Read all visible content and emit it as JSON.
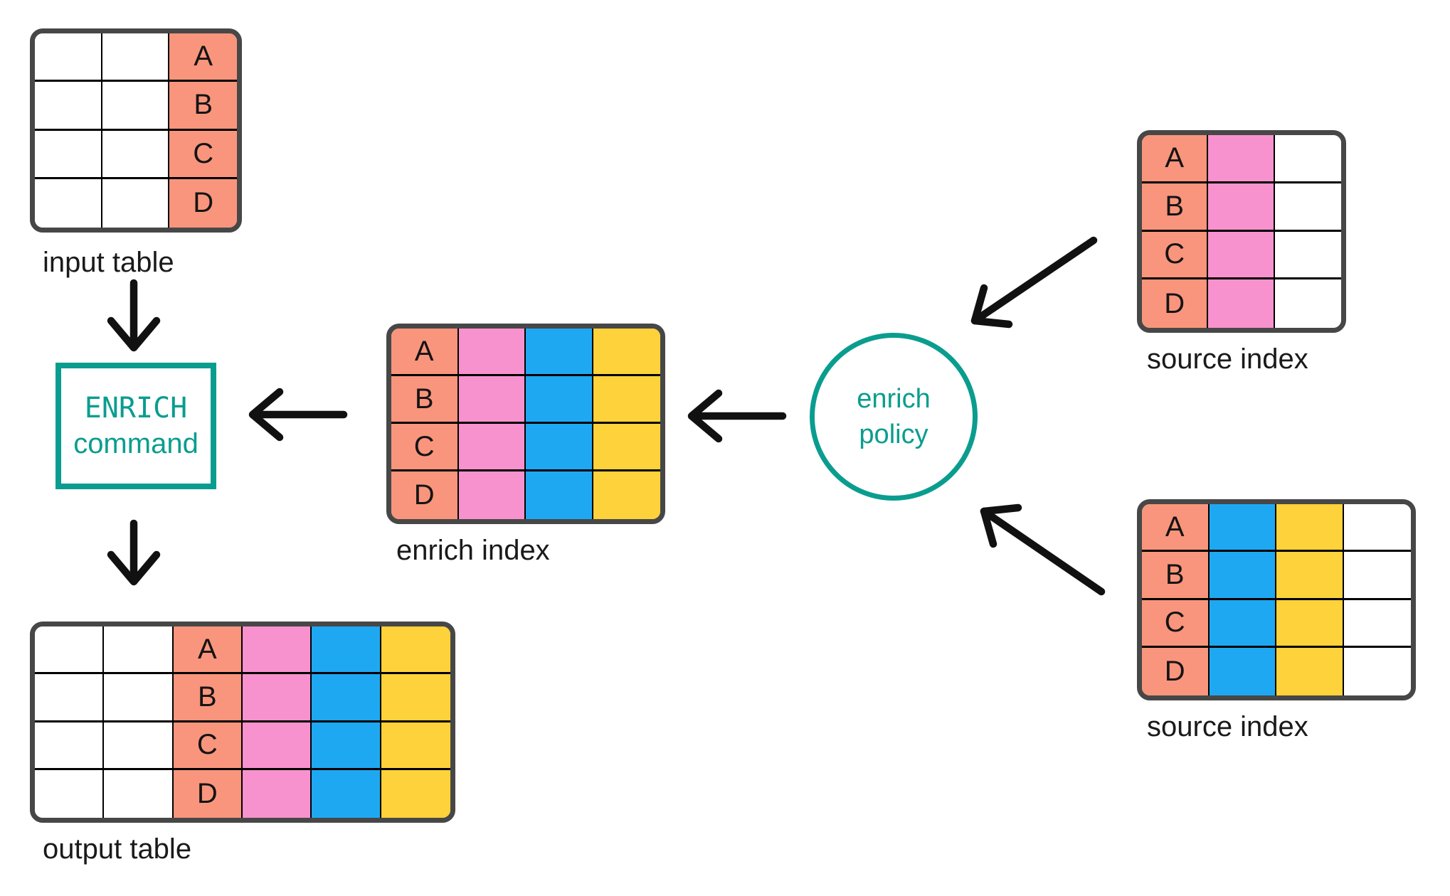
{
  "colors": {
    "white": "#FFFFFF",
    "salmon": "#F9957C",
    "pink": "#F892CE",
    "blue": "#1FA8F2",
    "yellow": "#FDD23A",
    "teal": "#0A9D8F",
    "table_border": "#474747",
    "grid_line": "#000000",
    "arrow": "#111111"
  },
  "tables": {
    "input": {
      "label": "input table",
      "rows": 4,
      "columns": [
        {
          "fill": "white",
          "cells": [
            "",
            "",
            "",
            ""
          ]
        },
        {
          "fill": "white",
          "cells": [
            "",
            "",
            "",
            ""
          ]
        },
        {
          "fill": "salmon",
          "cells": [
            "A",
            "B",
            "C",
            "D"
          ]
        }
      ]
    },
    "enrich_index": {
      "label": "enrich index",
      "rows": 4,
      "columns": [
        {
          "fill": "salmon",
          "cells": [
            "A",
            "B",
            "C",
            "D"
          ]
        },
        {
          "fill": "pink",
          "cells": [
            "",
            "",
            "",
            ""
          ]
        },
        {
          "fill": "blue",
          "cells": [
            "",
            "",
            "",
            ""
          ]
        },
        {
          "fill": "yellow",
          "cells": [
            "",
            "",
            "",
            ""
          ]
        }
      ]
    },
    "source_top": {
      "label": "source index",
      "rows": 4,
      "columns": [
        {
          "fill": "salmon",
          "cells": [
            "A",
            "B",
            "C",
            "D"
          ]
        },
        {
          "fill": "pink",
          "cells": [
            "",
            "",
            "",
            ""
          ]
        },
        {
          "fill": "white",
          "cells": [
            "",
            "",
            "",
            ""
          ]
        }
      ]
    },
    "source_bottom": {
      "label": "source index",
      "rows": 4,
      "columns": [
        {
          "fill": "salmon",
          "cells": [
            "A",
            "B",
            "C",
            "D"
          ]
        },
        {
          "fill": "blue",
          "cells": [
            "",
            "",
            "",
            ""
          ]
        },
        {
          "fill": "yellow",
          "cells": [
            "",
            "",
            "",
            ""
          ]
        },
        {
          "fill": "white",
          "cells": [
            "",
            "",
            "",
            ""
          ]
        }
      ]
    },
    "output": {
      "label": "output table",
      "rows": 4,
      "columns": [
        {
          "fill": "white",
          "cells": [
            "",
            "",
            "",
            ""
          ]
        },
        {
          "fill": "white",
          "cells": [
            "",
            "",
            "",
            ""
          ]
        },
        {
          "fill": "salmon",
          "cells": [
            "A",
            "B",
            "C",
            "D"
          ]
        },
        {
          "fill": "pink",
          "cells": [
            "",
            "",
            "",
            ""
          ]
        },
        {
          "fill": "blue",
          "cells": [
            "",
            "",
            "",
            ""
          ]
        },
        {
          "fill": "yellow",
          "cells": [
            "",
            "",
            "",
            ""
          ]
        }
      ]
    }
  },
  "nodes": {
    "command": {
      "line1": "ENRICH",
      "line2": "command"
    },
    "policy": {
      "line1": "enrich",
      "line2": "policy"
    }
  }
}
